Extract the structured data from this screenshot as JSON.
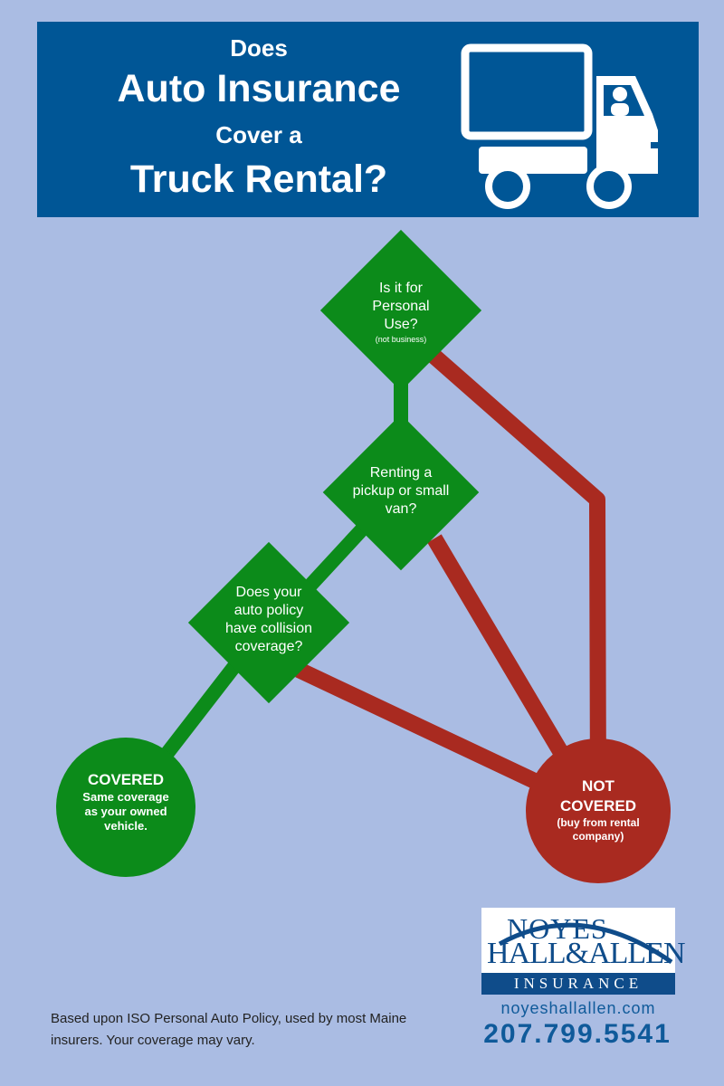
{
  "header": {
    "line1": "Does",
    "line2": "Auto Insurance",
    "line3": "Cover a",
    "line4": "Truck Rental?",
    "icon": "truck-icon"
  },
  "questions": [
    {
      "id": "q1",
      "lines": [
        "Is it for",
        "Personal",
        "Use?"
      ],
      "sub": "(not business)"
    },
    {
      "id": "q2",
      "lines": [
        "Renting a",
        "pickup or small",
        "van?"
      ]
    },
    {
      "id": "q3",
      "lines": [
        "Does your",
        "auto policy",
        "have collision",
        "coverage?"
      ]
    }
  ],
  "outcomes": {
    "covered": {
      "title": "COVERED",
      "desc": [
        "Same coverage",
        "as your owned",
        "vehicle."
      ]
    },
    "not_covered": {
      "title": [
        "NOT",
        "COVERED"
      ],
      "desc": [
        "(buy from rental",
        "company)"
      ]
    }
  },
  "footer": {
    "disclaimer": "Based upon ISO Personal Auto Policy, used by most Maine insurers. Your coverage may vary.",
    "logo_line1": "NOYES",
    "logo_line2": "HALL&ALLEN",
    "logo_line3": "INSURANCE",
    "website": "noyeshallallen.com",
    "phone": "207.799.5541"
  },
  "colors": {
    "background": "#aabce3",
    "header": "#005696",
    "yes": "#0c8b1a",
    "no": "#a92a20",
    "brand": "#0f4c8a"
  }
}
